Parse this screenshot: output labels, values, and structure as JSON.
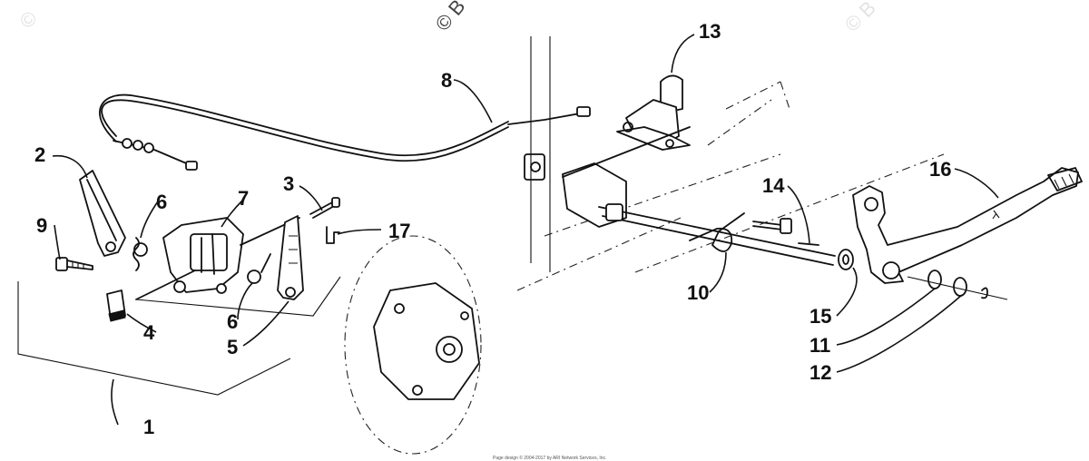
{
  "diagram": {
    "part_numbers": [
      "1",
      "2",
      "3",
      "4",
      "5",
      "6",
      "6",
      "7",
      "8",
      "9",
      "10",
      "11",
      "12",
      "13",
      "14",
      "15",
      "16",
      "17"
    ],
    "watermark": [
      "©",
      "© B",
      "© B"
    ],
    "footer_text": "Page design © 2004-2017 by ARI Network Services, Inc."
  }
}
